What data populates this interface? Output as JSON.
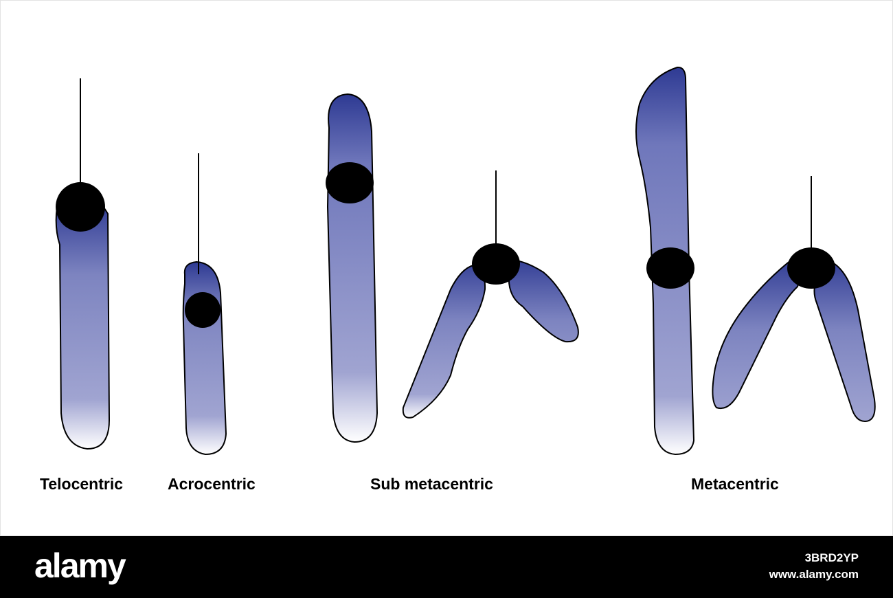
{
  "labels": {
    "telocentric": "Telocentric",
    "acrocentric": "Acrocentric",
    "submetacentric": "Sub metacentric",
    "metacentric": "Metacentric"
  },
  "footer": {
    "brand": "alamy",
    "image_id": "3BRD2YP",
    "url": "www.alamy.com"
  },
  "colors": {
    "chromatid_top": "#2e3a93",
    "chromatid_mid": "#8e94c8",
    "chromatid_bottom": "#ffffff",
    "centromere": "#000000"
  }
}
